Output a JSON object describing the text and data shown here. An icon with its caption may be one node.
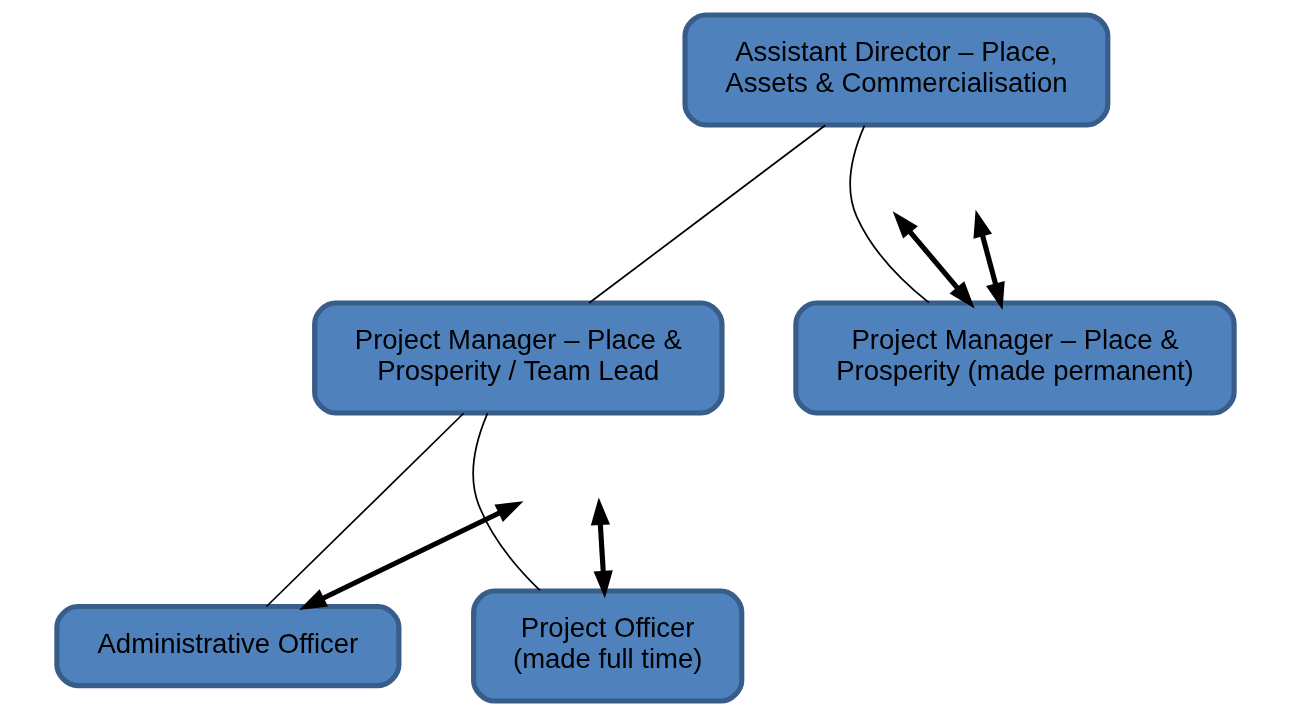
{
  "diagram": {
    "nodes": [
      {
        "text": [
          "Assistant Director – Place, Assets & Commercialisation"
        ]
      },
      {
        "text": [
          "Project Manager – Place & Prosperity / Team Lead"
        ]
      },
      {
        "text": [
          "Project Manager – Place & Prosperity (made permanent)"
        ]
      },
      {
        "text": [
          "Administrative Officer"
        ]
      },
      {
        "text": [
          "Project Officer",
          "(made full time)"
        ]
      }
    ],
    "edges": [
      {
        "from": 0,
        "to": 1,
        "arrow": "none"
      },
      {
        "from": 0,
        "to": 2,
        "arrow": "none"
      },
      {
        "from": 1,
        "to": 3,
        "arrow": "none"
      },
      {
        "from": 1,
        "to": 4,
        "arrow": "none"
      },
      {
        "from": 3,
        "to": null,
        "arrow": "both",
        "style": "thick"
      },
      {
        "from": null,
        "to": 2,
        "arrow": "both",
        "style": "thick"
      },
      {
        "from": 4,
        "to": null,
        "arrow": "both",
        "style": "thick"
      },
      {
        "from": null,
        "to": 2,
        "arrow": "both",
        "style": "thick"
      }
    ]
  }
}
